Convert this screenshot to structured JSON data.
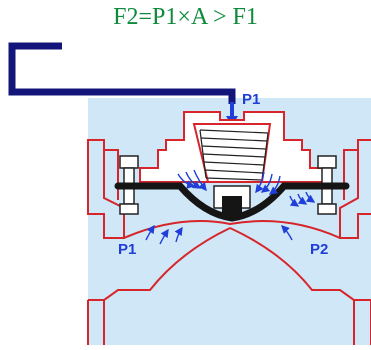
{
  "formula": "F2=P1×A > F1",
  "labels": {
    "p1_top": "P1",
    "p1_left": "P1",
    "p2_right": "P2"
  },
  "colors": {
    "formula": "#0f8a3c",
    "pipe": "#14157a",
    "fluid_background": "#cfe7f6",
    "valve_body": "#d7252b",
    "diaphragm": "#151515",
    "arrow": "#1f3fd8",
    "label": "#1f3fd8"
  }
}
